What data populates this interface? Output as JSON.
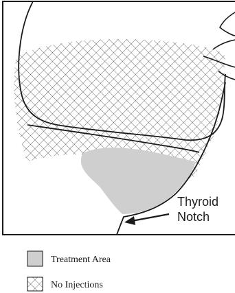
{
  "callout": {
    "line1": "Thyroid",
    "line2": "Notch"
  },
  "legend": {
    "treatment_label": "Treatment Area",
    "no_injection_label": "No Injections"
  },
  "colors": {
    "treatment_fill": "#cfcfcf",
    "outline": "#1a1a1a",
    "hatch": "#444444",
    "background": "#ffffff"
  }
}
